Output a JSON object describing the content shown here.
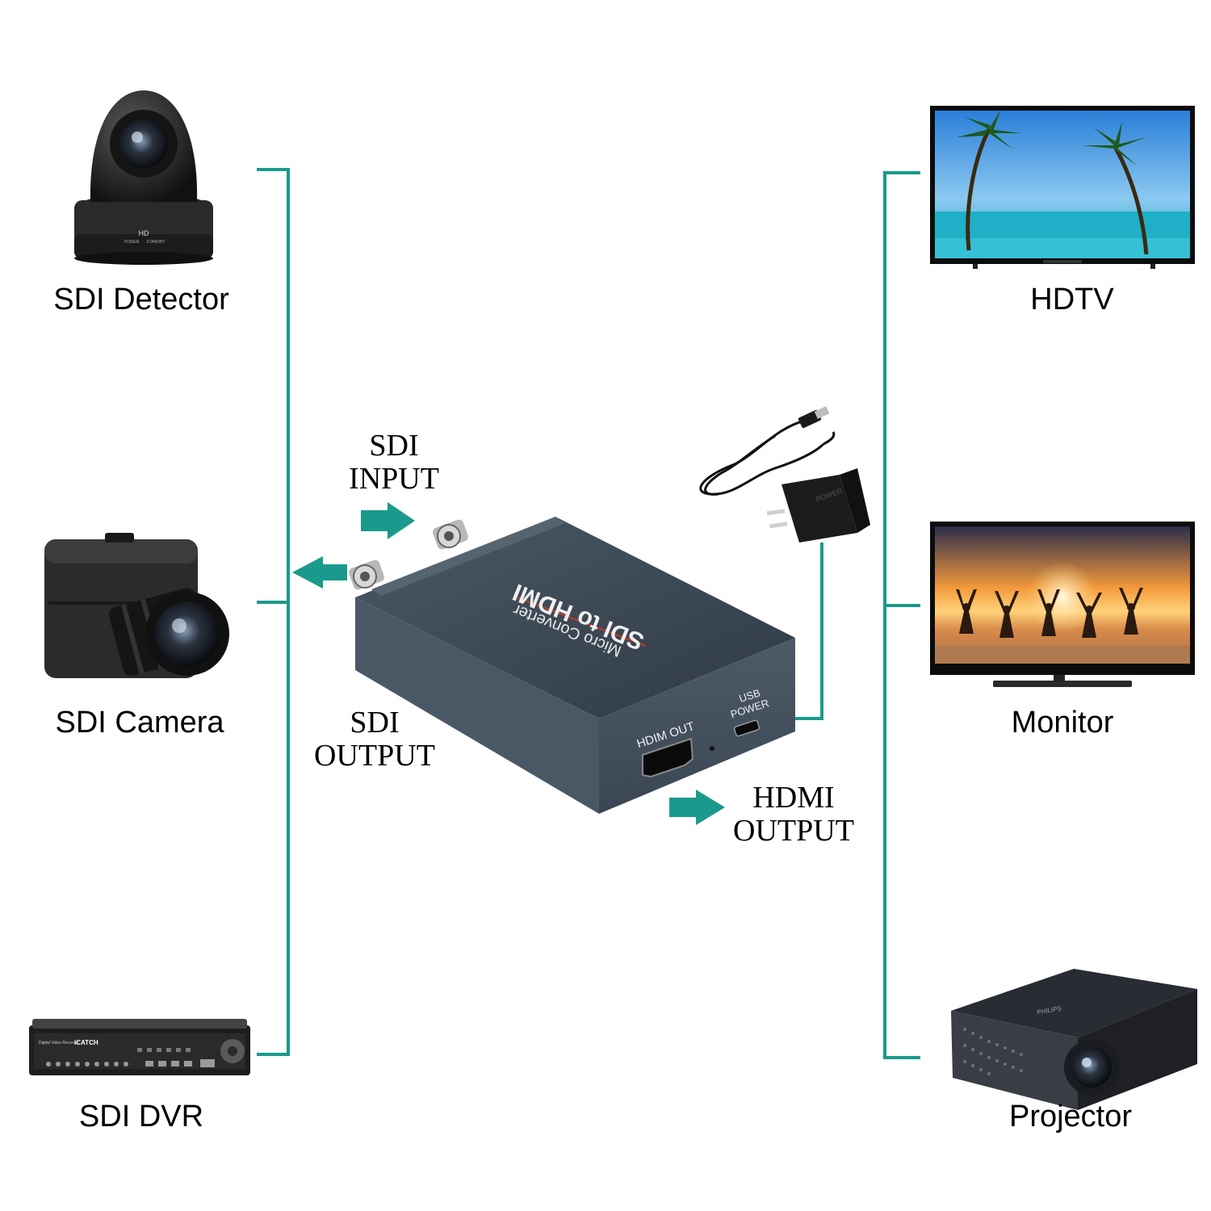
{
  "sources": {
    "detector": {
      "label": "SDI Detector",
      "badge": "HD",
      "led_left": "POWER",
      "led_right": "STANDBY"
    },
    "camera": {
      "label": "SDI Camera"
    },
    "dvr": {
      "label": "SDI DVR",
      "front_title": "Digital Video Recorder",
      "brand": "iCATCH"
    }
  },
  "displays": {
    "hdtv": {
      "label": "HDTV"
    },
    "monitor": {
      "label": "Monitor"
    },
    "projector": {
      "label": "Projector",
      "brand": "PHILIPS"
    }
  },
  "ports": {
    "sdi_input": [
      "SDI",
      "INPUT"
    ],
    "sdi_output": [
      "SDI",
      "OUTPUT"
    ],
    "hdmi_output": [
      "HDMI",
      "OUTPUT"
    ]
  },
  "converter": {
    "title": "SDI to HDMI",
    "subtitle": "Micro Converter",
    "hdmi_port": "HDIM OUT",
    "usb_port": [
      "USB",
      "POWER"
    ]
  },
  "adapter": {
    "label": "POWER"
  },
  "colors": {
    "connector": "#1a9a8c",
    "arrow": "#1a9a8c",
    "device_body": "#3d4a57",
    "accent_line": "#c0392b"
  }
}
